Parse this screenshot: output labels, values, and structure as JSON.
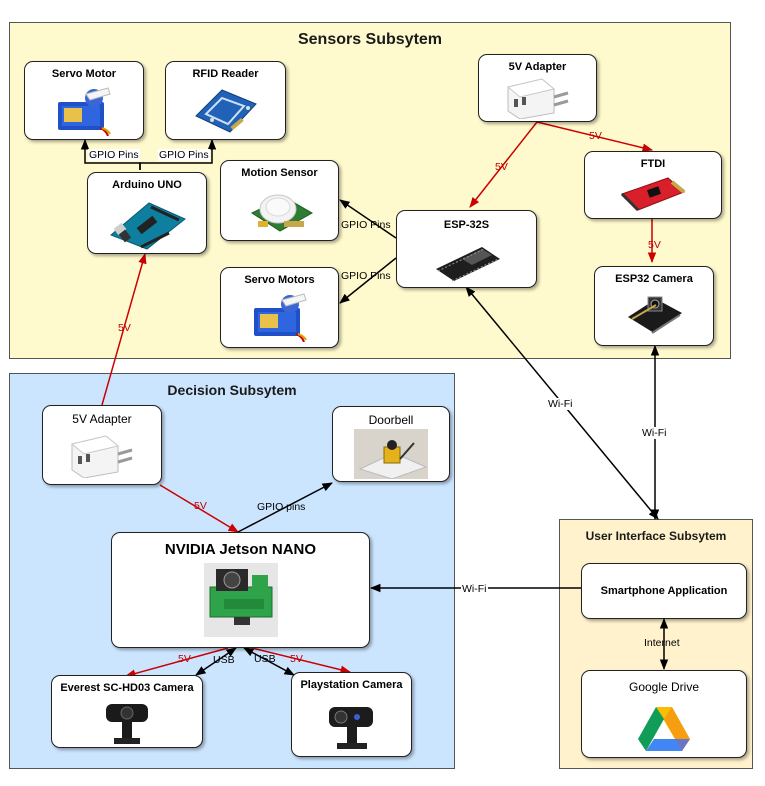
{
  "subsystems": {
    "sensors": "Sensors Subsytem",
    "decision": "Decision Subsytem",
    "ui": "User Interface Subsytem"
  },
  "nodes": {
    "servo_motor": "Servo Motor",
    "rfid_reader": "RFID Reader",
    "arduino_uno": "Arduino UNO",
    "motion_sensor": "Motion Sensor",
    "servo_motors": "Servo Motors",
    "esp32s": "ESP-32S",
    "adapter_sensors": "5V Adapter",
    "ftdi": "FTDI",
    "esp32_camera": "ESP32 Camera",
    "adapter_decision": "5V Adapter",
    "doorbell": "Doorbell",
    "jetson": "NVIDIA Jetson NANO",
    "everest_camera": "Everest SC-HD03 Camera",
    "playstation_camera": "Playstation Camera",
    "smartphone_app": "Smartphone Application",
    "google_drive": "Google Drive"
  },
  "edge_labels": {
    "arduino_servo": "GPIO Pins",
    "arduino_rfid": "GPIO Pins",
    "esp_motion": "GPIO Pins",
    "esp_servos": "GPIO Pins",
    "adapter_esp": "5V",
    "adapter_ftdi": "5V",
    "ftdi_cam": "5V",
    "adapter_arduino": "5V",
    "esp_wifi": "Wi-Fi",
    "cam_wifi": "Wi-Fi",
    "adapter_jetson": "5V",
    "jetson_doorbell": "GPIO pins",
    "app_jetson": "Wi-Fi",
    "app_drive": "Internet",
    "jetson_everest_power": "5V",
    "jetson_everest_data": "USB",
    "jetson_ps_data": "USB",
    "jetson_ps_power": "5V"
  },
  "colors": {
    "sensors_fill": "#fffacd",
    "decision_fill": "#cce5ff",
    "ui_fill": "#fff2cc",
    "power_edge": "#cc0000",
    "data_edge": "#000000"
  }
}
